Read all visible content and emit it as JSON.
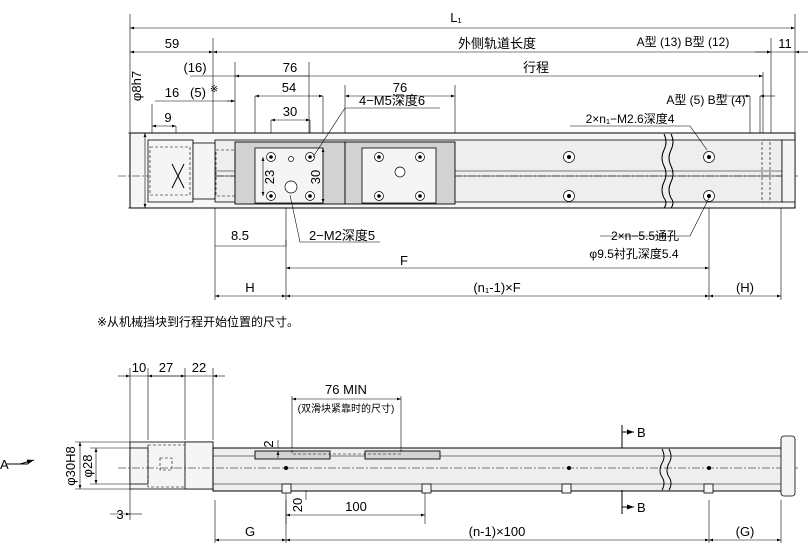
{
  "top_view": {
    "dims": {
      "L1": "L₁",
      "d59": "59",
      "rail_length": "外侧轨道长度",
      "a_b_13_12": "A型 (13) B型 (12)",
      "d11": "11",
      "d16p": "(16)",
      "d76a": "76",
      "stroke": "行程",
      "d16": "16",
      "d5": "(5)",
      "note_mark": "※",
      "shaft": "φ8h7",
      "d54": "54",
      "d76b": "76",
      "a_b_5_4": "A型 (5) B型 (4)",
      "d9": "9",
      "d30a": "30",
      "m5": "4−M5深度6",
      "m26": "2×n₁−M2.6深度4",
      "d23": "23",
      "d30b": "30",
      "d8_5": "8.5",
      "m2": "2−M2深度5",
      "thru": "2×n−5.5通孔",
      "cbore": "φ9.5衬孔深度5.4",
      "F": "F",
      "H": "H",
      "n1F": "(n₁-1)×F",
      "Hp": "(H)"
    },
    "note": "※从机械挡块到行程开始位置的尺寸。"
  },
  "side_view": {
    "dims": {
      "d10": "10",
      "d27": "27",
      "d22": "22",
      "min76": "76 MIN",
      "min_note": "(双滑块紧靠时的尺寸)",
      "A": "A",
      "d30h8": "φ30H8",
      "d28": "φ28",
      "d2": "2",
      "section_b": "B",
      "d3": "3",
      "d20": "20",
      "d100": "100",
      "G": "G",
      "n100": "(n-1)×100",
      "Gp": "(G)"
    }
  }
}
